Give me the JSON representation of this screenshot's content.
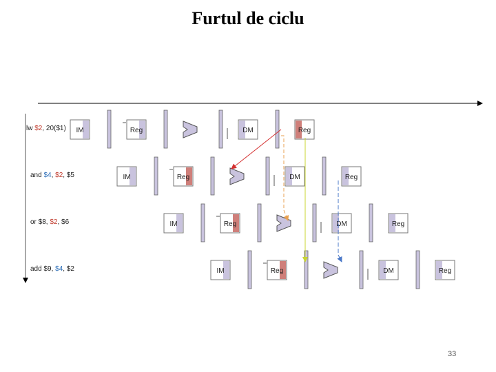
{
  "title": "Furtul de ciclu",
  "page_number": "33",
  "stage_labels": {
    "im": "IM",
    "reg": "Reg",
    "dm": "DM"
  },
  "instructions": [
    {
      "parts": [
        {
          "text": "lw ",
          "color": "black"
        },
        {
          "text": "$2",
          "color": "red"
        },
        {
          "text": ", 20($1)",
          "color": "black"
        }
      ]
    },
    {
      "parts": [
        {
          "text": "and ",
          "color": "black"
        },
        {
          "text": "$4",
          "color": "blue"
        },
        {
          "text": ", ",
          "color": "black"
        },
        {
          "text": "$2",
          "color": "red"
        },
        {
          "text": ", $5",
          "color": "black"
        }
      ]
    },
    {
      "parts": [
        {
          "text": "or $8, ",
          "color": "black"
        },
        {
          "text": "$2",
          "color": "red"
        },
        {
          "text": ", $6",
          "color": "black"
        }
      ]
    },
    {
      "parts": [
        {
          "text": "add $9, ",
          "color": "black"
        },
        {
          "text": "$4",
          "color": "blue"
        },
        {
          "text": ", $2",
          "color": "black"
        }
      ]
    }
  ],
  "colors": {
    "unit_fill": "#ffffff",
    "unit_shade": "#c9c3de",
    "reg_highlight": "#cf7f7a",
    "pipeline_register": "#c9c3de",
    "arrow_red": "#d43030",
    "arrow_orange": "#e8a050",
    "arrow_yellow": "#c8d430",
    "arrow_blue": "#4a78c8",
    "icon_semantics": "alu-icon"
  }
}
